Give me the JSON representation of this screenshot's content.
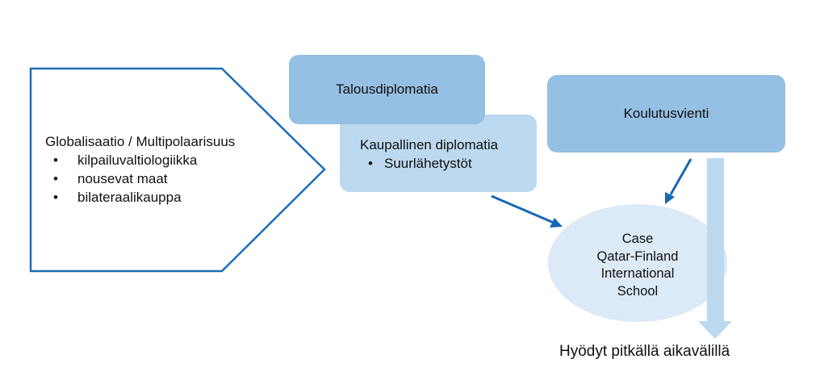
{
  "globalization": {
    "title": "Globalisaatio / Multipolaarisuus",
    "bullets": [
      "kilpailuvaltiologiikka",
      "nousevat maat",
      "bilateraalikauppa"
    ]
  },
  "economic_diplomacy": {
    "label": "Talousdiplomatia"
  },
  "commercial_diplomacy": {
    "title": "Kaupallinen diplomatia",
    "bullets": [
      "Suurlähetystöt"
    ]
  },
  "education_export": {
    "label": "Koulutusvienti"
  },
  "case": {
    "lines": [
      "Case",
      "Qatar-Finland",
      "International",
      "School"
    ]
  },
  "long_term": {
    "label": "Hyödyt pitkällä aikavälillä"
  },
  "colors": {
    "dark_box": "#95bfe3",
    "light_box": "#bcd9ef",
    "circle": "#dce9f6",
    "arrow": "#1668b3",
    "pentagon_border": "#1f6db5",
    "down_arrow": "#bcd9ef"
  }
}
